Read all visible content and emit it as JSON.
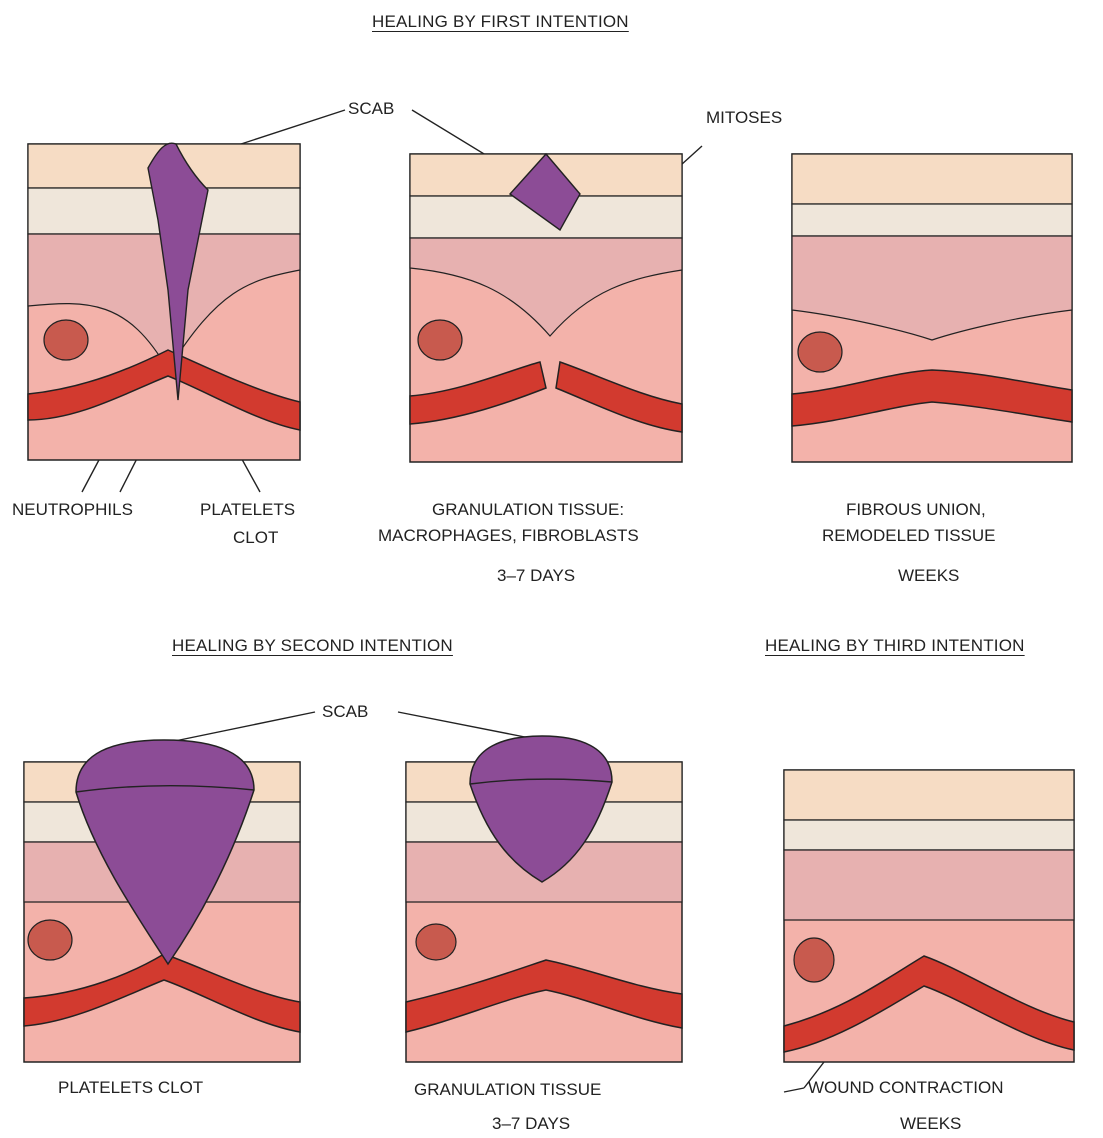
{
  "headings": {
    "first": "HEALING BY FIRST INTENTION",
    "second": "HEALING BY SECOND INTENTION",
    "third": "HEALING BY THIRD INTENTION"
  },
  "callouts": {
    "scab_top": "SCAB",
    "mitoses": "MITOSES",
    "scab_bottom": "SCAB"
  },
  "top_row": {
    "panel1": {
      "label_left": "NEUTROPHILS",
      "label_right_1": "PLATELETS",
      "label_right_2": "CLOT"
    },
    "panel2": {
      "label_1": "GRANULATION TISSUE:",
      "label_2": "MACROPHAGES, FIBROBLASTS",
      "time": "3–7 DAYS"
    },
    "panel3": {
      "label_1": "FIBROUS UNION,",
      "label_2": "REMODELED TISSUE",
      "time": "WEEKS"
    }
  },
  "bottom_row": {
    "panel1": {
      "label": "PLATELETS CLOT"
    },
    "panel2": {
      "label": "GRANULATION TISSUE",
      "time": "3–7 DAYS"
    },
    "panel3": {
      "label": "WOUND CONTRACTION",
      "time": "WEEKS"
    }
  },
  "colors": {
    "epidermis": "#f6dcc4",
    "dermis_layer": "#efe6da",
    "cell_layer": "#e7b1b0",
    "tissue": "#f3b2aa",
    "vessel": "#d23a2f",
    "scab": "#8c4c96"
  }
}
